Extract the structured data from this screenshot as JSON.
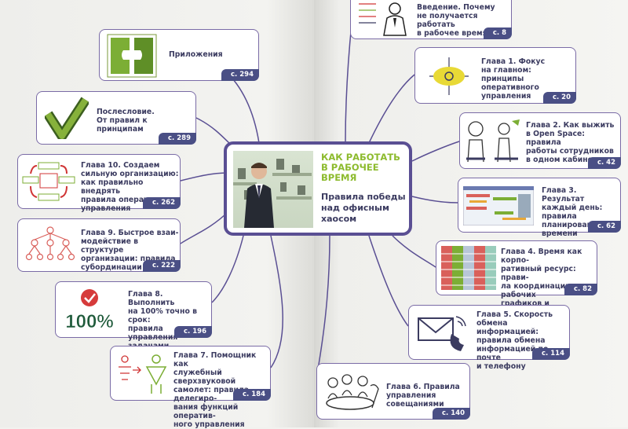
{
  "center": {
    "title": "КАК РАБОТАТЬ\nВ РАБОЧЕЕ\nВРЕМЯ",
    "subtitle": "Правила победы\nнад офисным\nхаосом"
  },
  "left_items": [
    {
      "text": "Приложения",
      "page": "с. 294"
    },
    {
      "text": "Послесловие.\nОт правил к принципам",
      "page": "с. 289"
    },
    {
      "text": "Глава 10. Создаем\nсильную организацию:\nкак правильно внедрять\nправила оперативного\nуправления",
      "page": "с. 262"
    },
    {
      "text": "Глава 9. Быстрое взаи-\nмодействие в структуре\nорганизации: правила\nсубординации",
      "page": "с. 222"
    },
    {
      "text": "Глава 8. Выполнить\nна 100% точно в срок:\nправила управления\nзадачами",
      "page": "с. 196"
    },
    {
      "text": "Глава 7. Помощник как\nслужебный сверхзвуковой\nсамолет: правила делегиро-\nвания функций оператив-\nного управления",
      "page": "с. 184"
    }
  ],
  "right_items": [
    {
      "text": "Введение. Почему\nне получается работать\nв рабочее время",
      "page": "с. 8"
    },
    {
      "text": "Глава 1. Фокус\nна главном: принципы\nоперативного\nуправления",
      "page": "с. 20"
    },
    {
      "text": "Глава 2. Как выжить\nв Open Space: правила\nработы сотрудников\nв одном кабинете",
      "page": "с. 42"
    },
    {
      "text": "Глава 3. Результат\nкаждый день: правила\nпланирования\nвремени",
      "page": "с. 62"
    },
    {
      "text": "Глава 4. Время как корпо-\nративный ресурс: прави-\nла координации рабочих\nграфиков и назначения\nвстреч",
      "page": "с. 82"
    },
    {
      "text": "Глава 5. Скорость\nобмена информацией:\nправила обмена\nинформацией по почте\nи телефону",
      "page": "с. 114"
    },
    {
      "text": "Глава 6. Правила\nуправления\nсовещаниями",
      "page": "с. 140"
    }
  ],
  "illustration_text": {
    "hundred_percent": "100%"
  },
  "colors": {
    "frame": "#5a4f93",
    "green": "#8dbb2e",
    "text": "#3b3b60",
    "badge": "#4a4f85"
  }
}
